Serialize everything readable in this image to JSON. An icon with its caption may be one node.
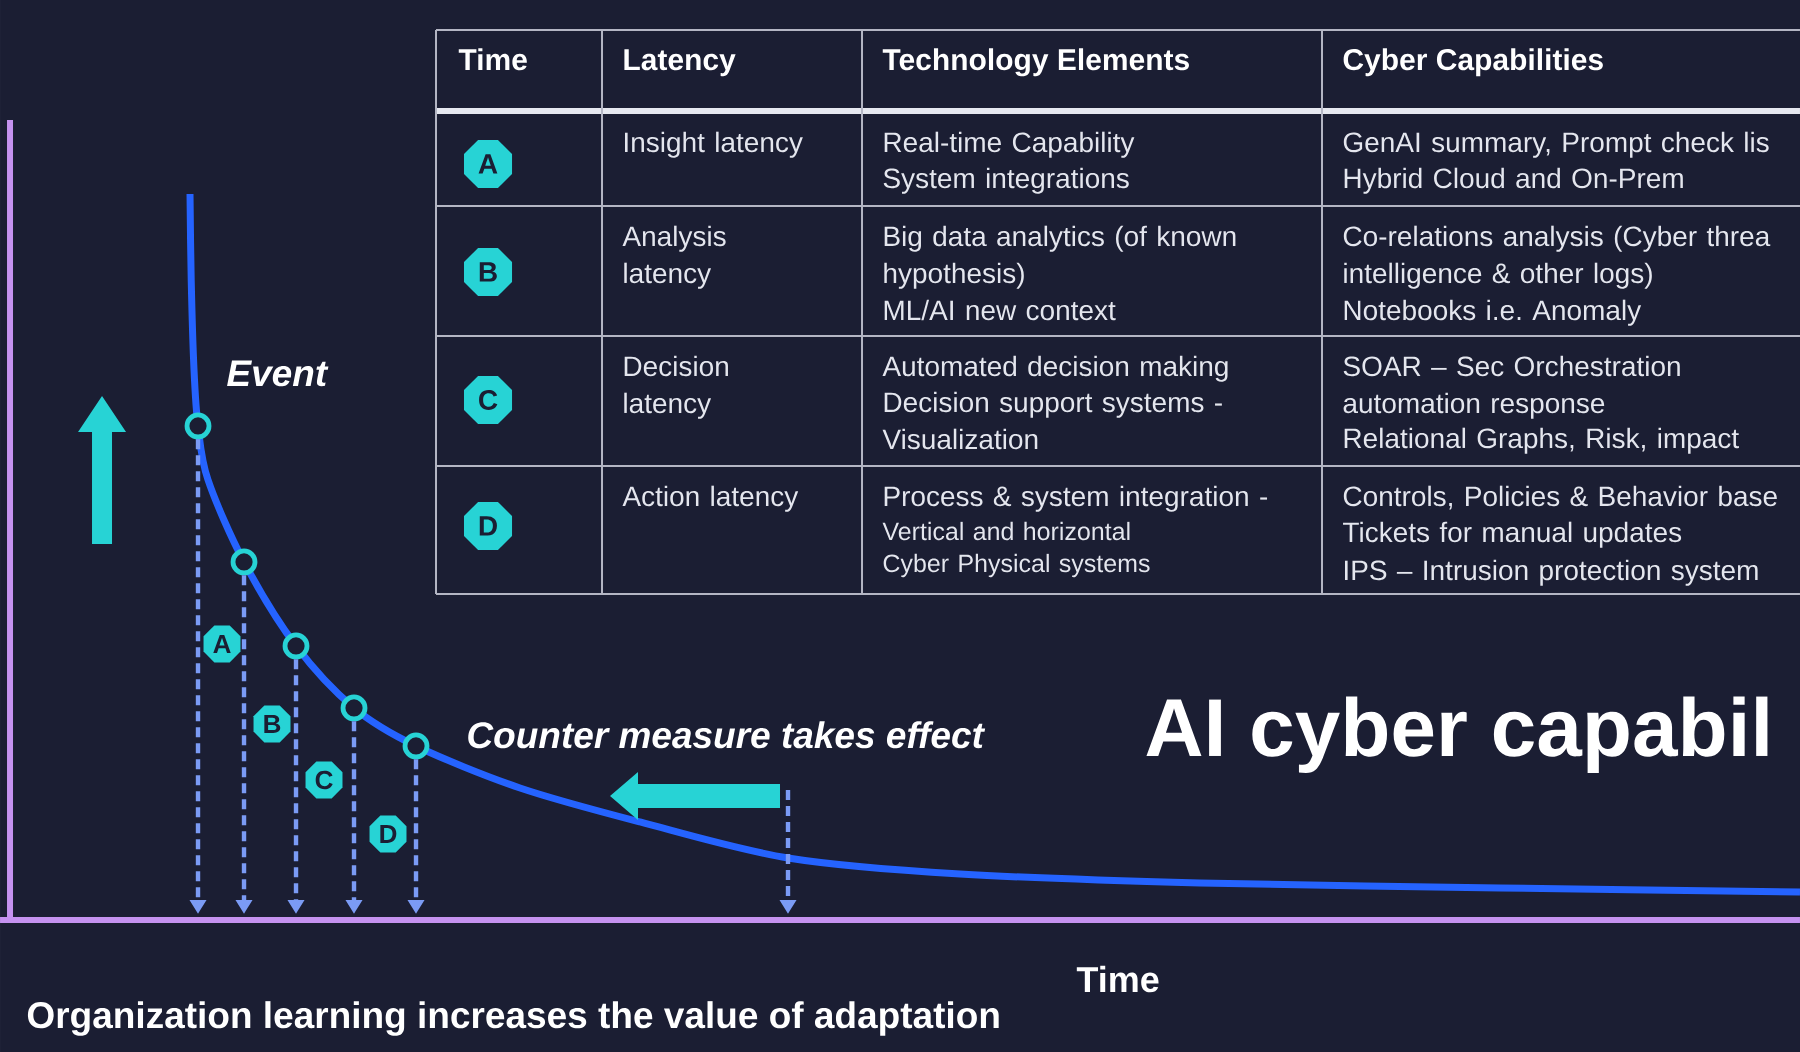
{
  "diagram": {
    "title": "AI cyber capabil",
    "caption": "Organization learning increases the value of adaptation",
    "nodes": [
      {
        "text": [
          "A"
        ]
      },
      {
        "text": [
          "B"
        ]
      },
      {
        "text": [
          "C"
        ]
      },
      {
        "text": [
          "D"
        ]
      },
      {
        "text": [],
        "shape": "circle",
        "beside": [
          "Event"
        ]
      },
      {
        "text": [],
        "shape": "circle"
      },
      {
        "text": [],
        "shape": "circle"
      },
      {
        "text": [],
        "shape": "circle"
      },
      {
        "text": [],
        "shape": "circle",
        "beside": [
          "Counter measure takes effect"
        ]
      },
      {
        "text": [
          "A"
        ]
      },
      {
        "text": [
          "B"
        ]
      },
      {
        "text": [
          "C"
        ]
      },
      {
        "text": [
          "D"
        ]
      }
    ],
    "edges": [
      {
        "from": 4,
        "to": null,
        "arrow": "to",
        "style": "dashed"
      },
      {
        "from": 5,
        "to": null,
        "arrow": "to",
        "style": "dashed"
      },
      {
        "from": 6,
        "to": null,
        "arrow": "to",
        "style": "dashed"
      },
      {
        "from": 7,
        "to": null,
        "arrow": "to",
        "style": "dashed"
      },
      {
        "from": 8,
        "to": null,
        "arrow": "to",
        "style": "dashed"
      }
    ],
    "labels": [
      "Time",
      "Latency",
      "Technology Elements",
      "Cyber Capabilities",
      "Insight latency",
      "Real-time Capability",
      "System integrations",
      "GenAI summary, Prompt check lis",
      "Hybrid Cloud and On-Prem",
      "Analysis latency",
      "Big data analytics (of known hypothesis)",
      "ML/AI new context",
      "Co-relations analysis (Cyber threa intelligence & other logs)",
      "Notebooks i.e. Anomaly",
      "Decision latency",
      "Automated decision making",
      "Decision support systems - Visualization",
      "SOAR – Sec Orchestration automation response",
      "Relational Graphs, Risk, impact",
      "Action latency",
      "Process & system integration -",
      "Vertical and horizontal",
      "Cyber Physical systems",
      "Controls, Policies & Behavior base",
      "Tickets for manual updates",
      "IPS – Intrusion protection system",
      "Time"
    ]
  }
}
